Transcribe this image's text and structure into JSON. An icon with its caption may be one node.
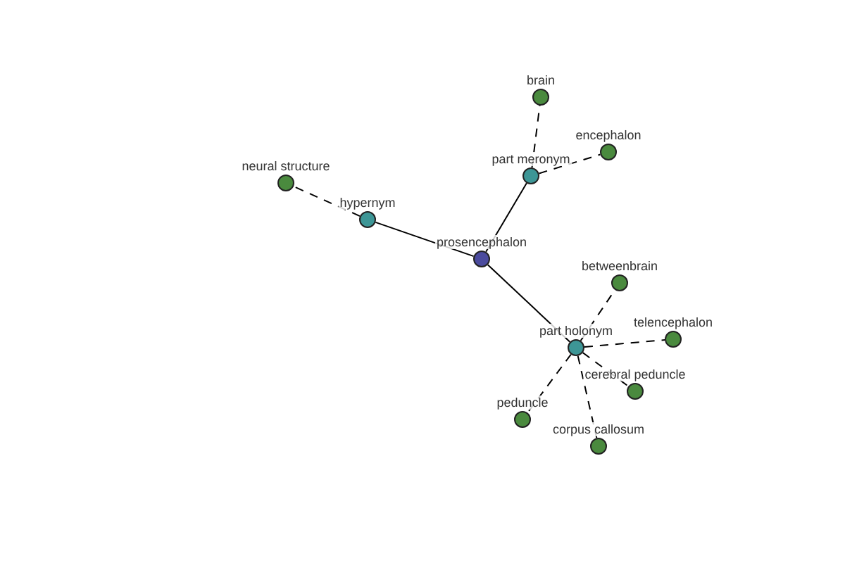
{
  "diagram": {
    "nodes": [
      {
        "text": [
          "prosencephalon"
        ]
      },
      {
        "text": [
          "hypernym"
        ]
      },
      {
        "text": [
          "neural structure"
        ]
      },
      {
        "text": [
          "part meronym"
        ]
      },
      {
        "text": [
          "brain"
        ]
      },
      {
        "text": [
          "encephalon"
        ]
      },
      {
        "text": [
          "part holonym"
        ]
      },
      {
        "text": [
          "betweenbrain"
        ]
      },
      {
        "text": [
          "telencephalon"
        ]
      },
      {
        "text": [
          "cerebral peduncle"
        ]
      },
      {
        "text": [
          "peduncle"
        ]
      },
      {
        "text": [
          "corpus callosum"
        ]
      }
    ],
    "edges": [
      {
        "from": 0,
        "to": 1,
        "arrow": "none"
      },
      {
        "from": 1,
        "to": 2,
        "arrow": "none",
        "style": "dashed"
      },
      {
        "from": 0,
        "to": 3,
        "arrow": "none"
      },
      {
        "from": 3,
        "to": 4,
        "arrow": "none",
        "style": "dashed"
      },
      {
        "from": 3,
        "to": 5,
        "arrow": "none",
        "style": "dashed"
      },
      {
        "from": 0,
        "to": 6,
        "arrow": "none"
      },
      {
        "from": 6,
        "to": 7,
        "arrow": "none",
        "style": "dashed"
      },
      {
        "from": 6,
        "to": 8,
        "arrow": "none",
        "style": "dashed"
      },
      {
        "from": 6,
        "to": 9,
        "arrow": "none",
        "style": "dashed"
      },
      {
        "from": 6,
        "to": 10,
        "arrow": "none",
        "style": "dashed"
      },
      {
        "from": 6,
        "to": 11,
        "arrow": "none",
        "style": "dashed"
      }
    ]
  }
}
